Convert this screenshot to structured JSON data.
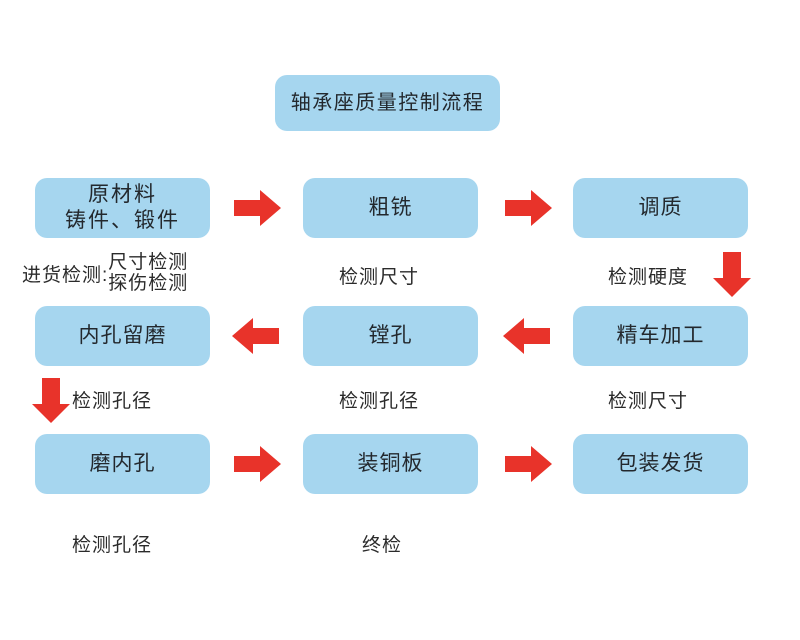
{
  "diagram": {
    "title": "轴承座质量控制流程",
    "colors": {
      "node_fill": "#a6d6ef",
      "arrow": "#e8332a",
      "text": "#23282d",
      "background": "#ffffff"
    },
    "rows": [
      {
        "name": "row-1",
        "direction": "left-to-right",
        "nodes": [
          {
            "id": "raw-material",
            "line1": "原材料",
            "line2": "铸件、锻件"
          },
          {
            "id": "rough-milling",
            "line1": "粗铣",
            "line2": ""
          },
          {
            "id": "quenching-tempering",
            "line1": "调质",
            "line2": ""
          }
        ]
      },
      {
        "name": "row-2",
        "direction": "right-to-left",
        "nodes": [
          {
            "id": "inner-hole-grinding-allowance",
            "line1": "内孔留磨",
            "line2": ""
          },
          {
            "id": "boring",
            "line1": "镗孔",
            "line2": ""
          },
          {
            "id": "finish-turning",
            "line1": "精车加工",
            "line2": ""
          }
        ]
      },
      {
        "name": "row-3",
        "direction": "left-to-right",
        "nodes": [
          {
            "id": "grind-inner-hole",
            "line1": "磨内孔",
            "line2": ""
          },
          {
            "id": "install-copper-plate",
            "line1": "装铜板",
            "line2": ""
          },
          {
            "id": "packing-shipment",
            "line1": "包装发货",
            "line2": ""
          }
        ]
      }
    ],
    "labels": {
      "incoming_inspection_prefix": "进货检测:",
      "incoming_inspection_line1": "尺寸检测",
      "incoming_inspection_line2": "探伤检测",
      "check_dimension_row1_mid": "检测尺寸",
      "check_hardness_row1_right": "检测硬度",
      "check_bore_row2_left": "检测孔径",
      "check_bore_row2_mid": "检测孔径",
      "check_dimension_row2_right": "检测尺寸",
      "check_bore_row3_left": "检测孔径",
      "final_inspection_row3_mid": "终检"
    },
    "arrows": [
      {
        "id": "arrow-row1-1",
        "direction": "right"
      },
      {
        "id": "arrow-row1-2",
        "direction": "right"
      },
      {
        "id": "arrow-row1-to-row2",
        "direction": "down"
      },
      {
        "id": "arrow-row2-1",
        "direction": "left"
      },
      {
        "id": "arrow-row2-2",
        "direction": "left"
      },
      {
        "id": "arrow-row2-to-row3",
        "direction": "down"
      },
      {
        "id": "arrow-row3-1",
        "direction": "right"
      },
      {
        "id": "arrow-row3-2",
        "direction": "right"
      }
    ]
  }
}
